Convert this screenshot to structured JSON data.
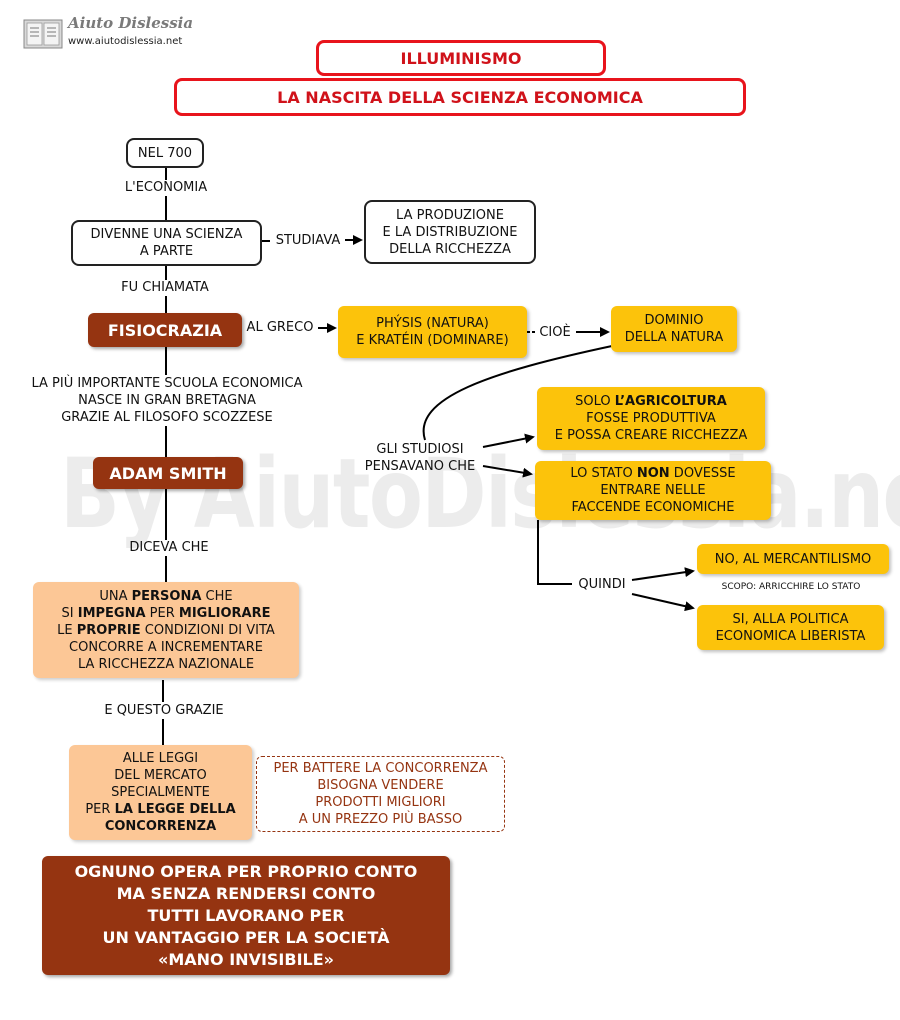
{
  "logo": {
    "name": "Aiuto Dislessia",
    "url": "www.aiutodislessia.net"
  },
  "watermark": "By AiutoDislessia.net",
  "header": {
    "title": "ILLUMINISMO",
    "subtitle": "LA NASCITA  DELLA SCIENZA ECONOMICA"
  },
  "nodes": {
    "nel700": "NEL 700",
    "scienza": [
      "DIVENNE UNA SCIENZA",
      "A PARTE"
    ],
    "produzione": [
      "LA PRODUZIONE",
      "E LA DISTRIBUZIONE",
      "DELLA RICCHEZZA"
    ],
    "fisiocrazia": "FISIOCRAZIA",
    "physis": [
      "PHÝSIS (NATURA)",
      "E KRATÉIN (DOMINARE)"
    ],
    "dominio": [
      "DOMINIO",
      "DELLA NATURA"
    ],
    "scuola": [
      "LA PIÙ IMPORTANTE SCUOLA ECONOMICA",
      "NASCE IN GRAN BRETAGNA",
      "GRAZIE AL FILOSOFO SCOZZESE"
    ],
    "adam_smith": "ADAM SMITH",
    "studiosi": [
      "GLI STUDIOSI",
      "PENSAVANO CHE"
    ],
    "agricoltura": {
      "l1_pre": "SOLO ",
      "l1_bold": "L’AGRICOLTURA",
      "l2": "FOSSE PRODUTTIVA",
      "l3": "E POSSA CREARE RICCHEZZA"
    },
    "stato": {
      "l1_pre": "LO STATO ",
      "l1_bold": "NON",
      "l1_post": " DOVESSE",
      "l2": "ENTRARE NELLE",
      "l3": "FACCENDE ECONOMICHE"
    },
    "mercantilismo": "NO, AL MERCANTILISMO",
    "scopo": "SCOPO: ARRICCHIRE LO STATO",
    "liberista": [
      "SI, ALLA POLITICA",
      "ECONOMICA LIBERISTA"
    ],
    "persona": {
      "l1_pre": "UNA ",
      "l1_bold": "PERSONA",
      "l1_post": " CHE",
      "l2_pre": "SI ",
      "l2_bold1": "IMPEGNA",
      "l2_mid": " PER ",
      "l2_bold2": "MIGLIORARE",
      "l3_pre": "LE ",
      "l3_bold": "PROPRIE",
      "l3_post": " CONDIZIONI DI VITA",
      "l4": "CONCORRE A INCREMENTARE",
      "l5": "LA RICCHEZZA NAZIONALE"
    },
    "leggi": {
      "l1": "ALLE LEGGI",
      "l2": "DEL MERCATO",
      "l3": "SPECIALMENTE",
      "l4_pre": "PER ",
      "l4_bold": "LA LEGGE DELLA",
      "l5_bold": "CONCORRENZA"
    },
    "concorrenza_note": [
      "PER BATTERE LA CONCORRENZA",
      "BISOGNA VENDERE",
      "PRODOTTI MIGLIORI",
      "A UN PREZZO PIÙ BASSO"
    ],
    "conclusione": [
      "OGNUNO OPERA PER PROPRIO CONTO",
      "MA SENZA RENDERSI CONTO",
      "TUTTI LAVORANO PER",
      "UN VANTAGGIO PER LA SOCIETÀ",
      "«MANO INVISIBILE»"
    ]
  },
  "links": {
    "economia": "L'ECONOMIA",
    "studiava": "STUDIAVA",
    "fu_chiamata": "FU CHIAMATA",
    "al_greco": "AL GRECO",
    "cioe": "CIOÈ",
    "diceva_che": "DICEVA CHE",
    "quindi": "QUINDI",
    "questo_grazie": "E QUESTO GRAZIE"
  },
  "colors": {
    "red": "#e8141c",
    "brown": "#953411",
    "gold": "#fcc30b",
    "peach": "#fcc796"
  }
}
